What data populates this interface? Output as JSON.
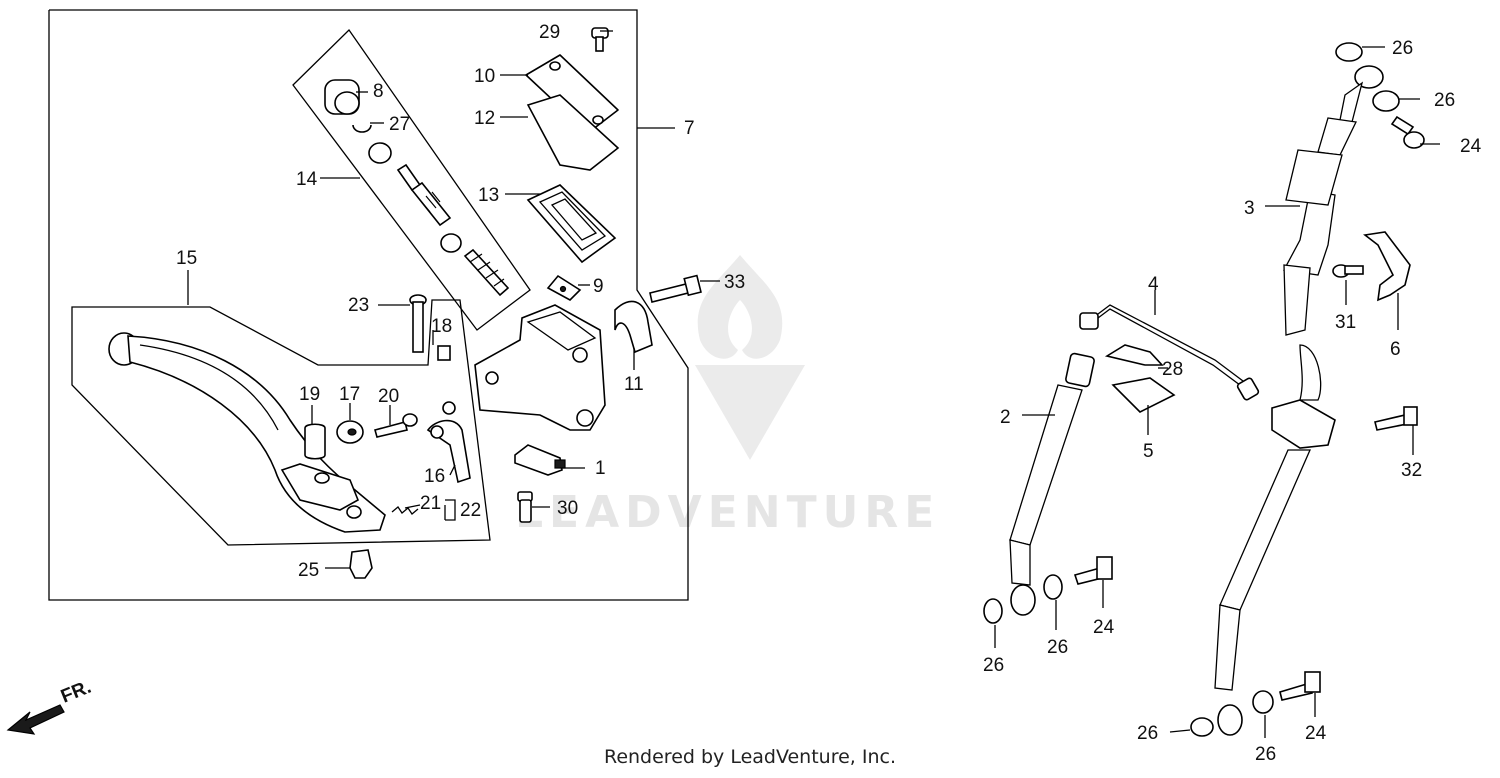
{
  "footer": "Rendered by LeadVenture, Inc.",
  "watermark": "LEADVENTURE",
  "direction_label": "FR.",
  "callouts": [
    "1",
    "2",
    "3",
    "4",
    "5",
    "6",
    "7",
    "8",
    "9",
    "10",
    "11",
    "12",
    "13",
    "14",
    "15",
    "16",
    "17",
    "18",
    "19",
    "20",
    "21",
    "22",
    "23",
    "24",
    "25",
    "26",
    "27",
    "28",
    "29",
    "30",
    "31",
    "32",
    "33"
  ]
}
